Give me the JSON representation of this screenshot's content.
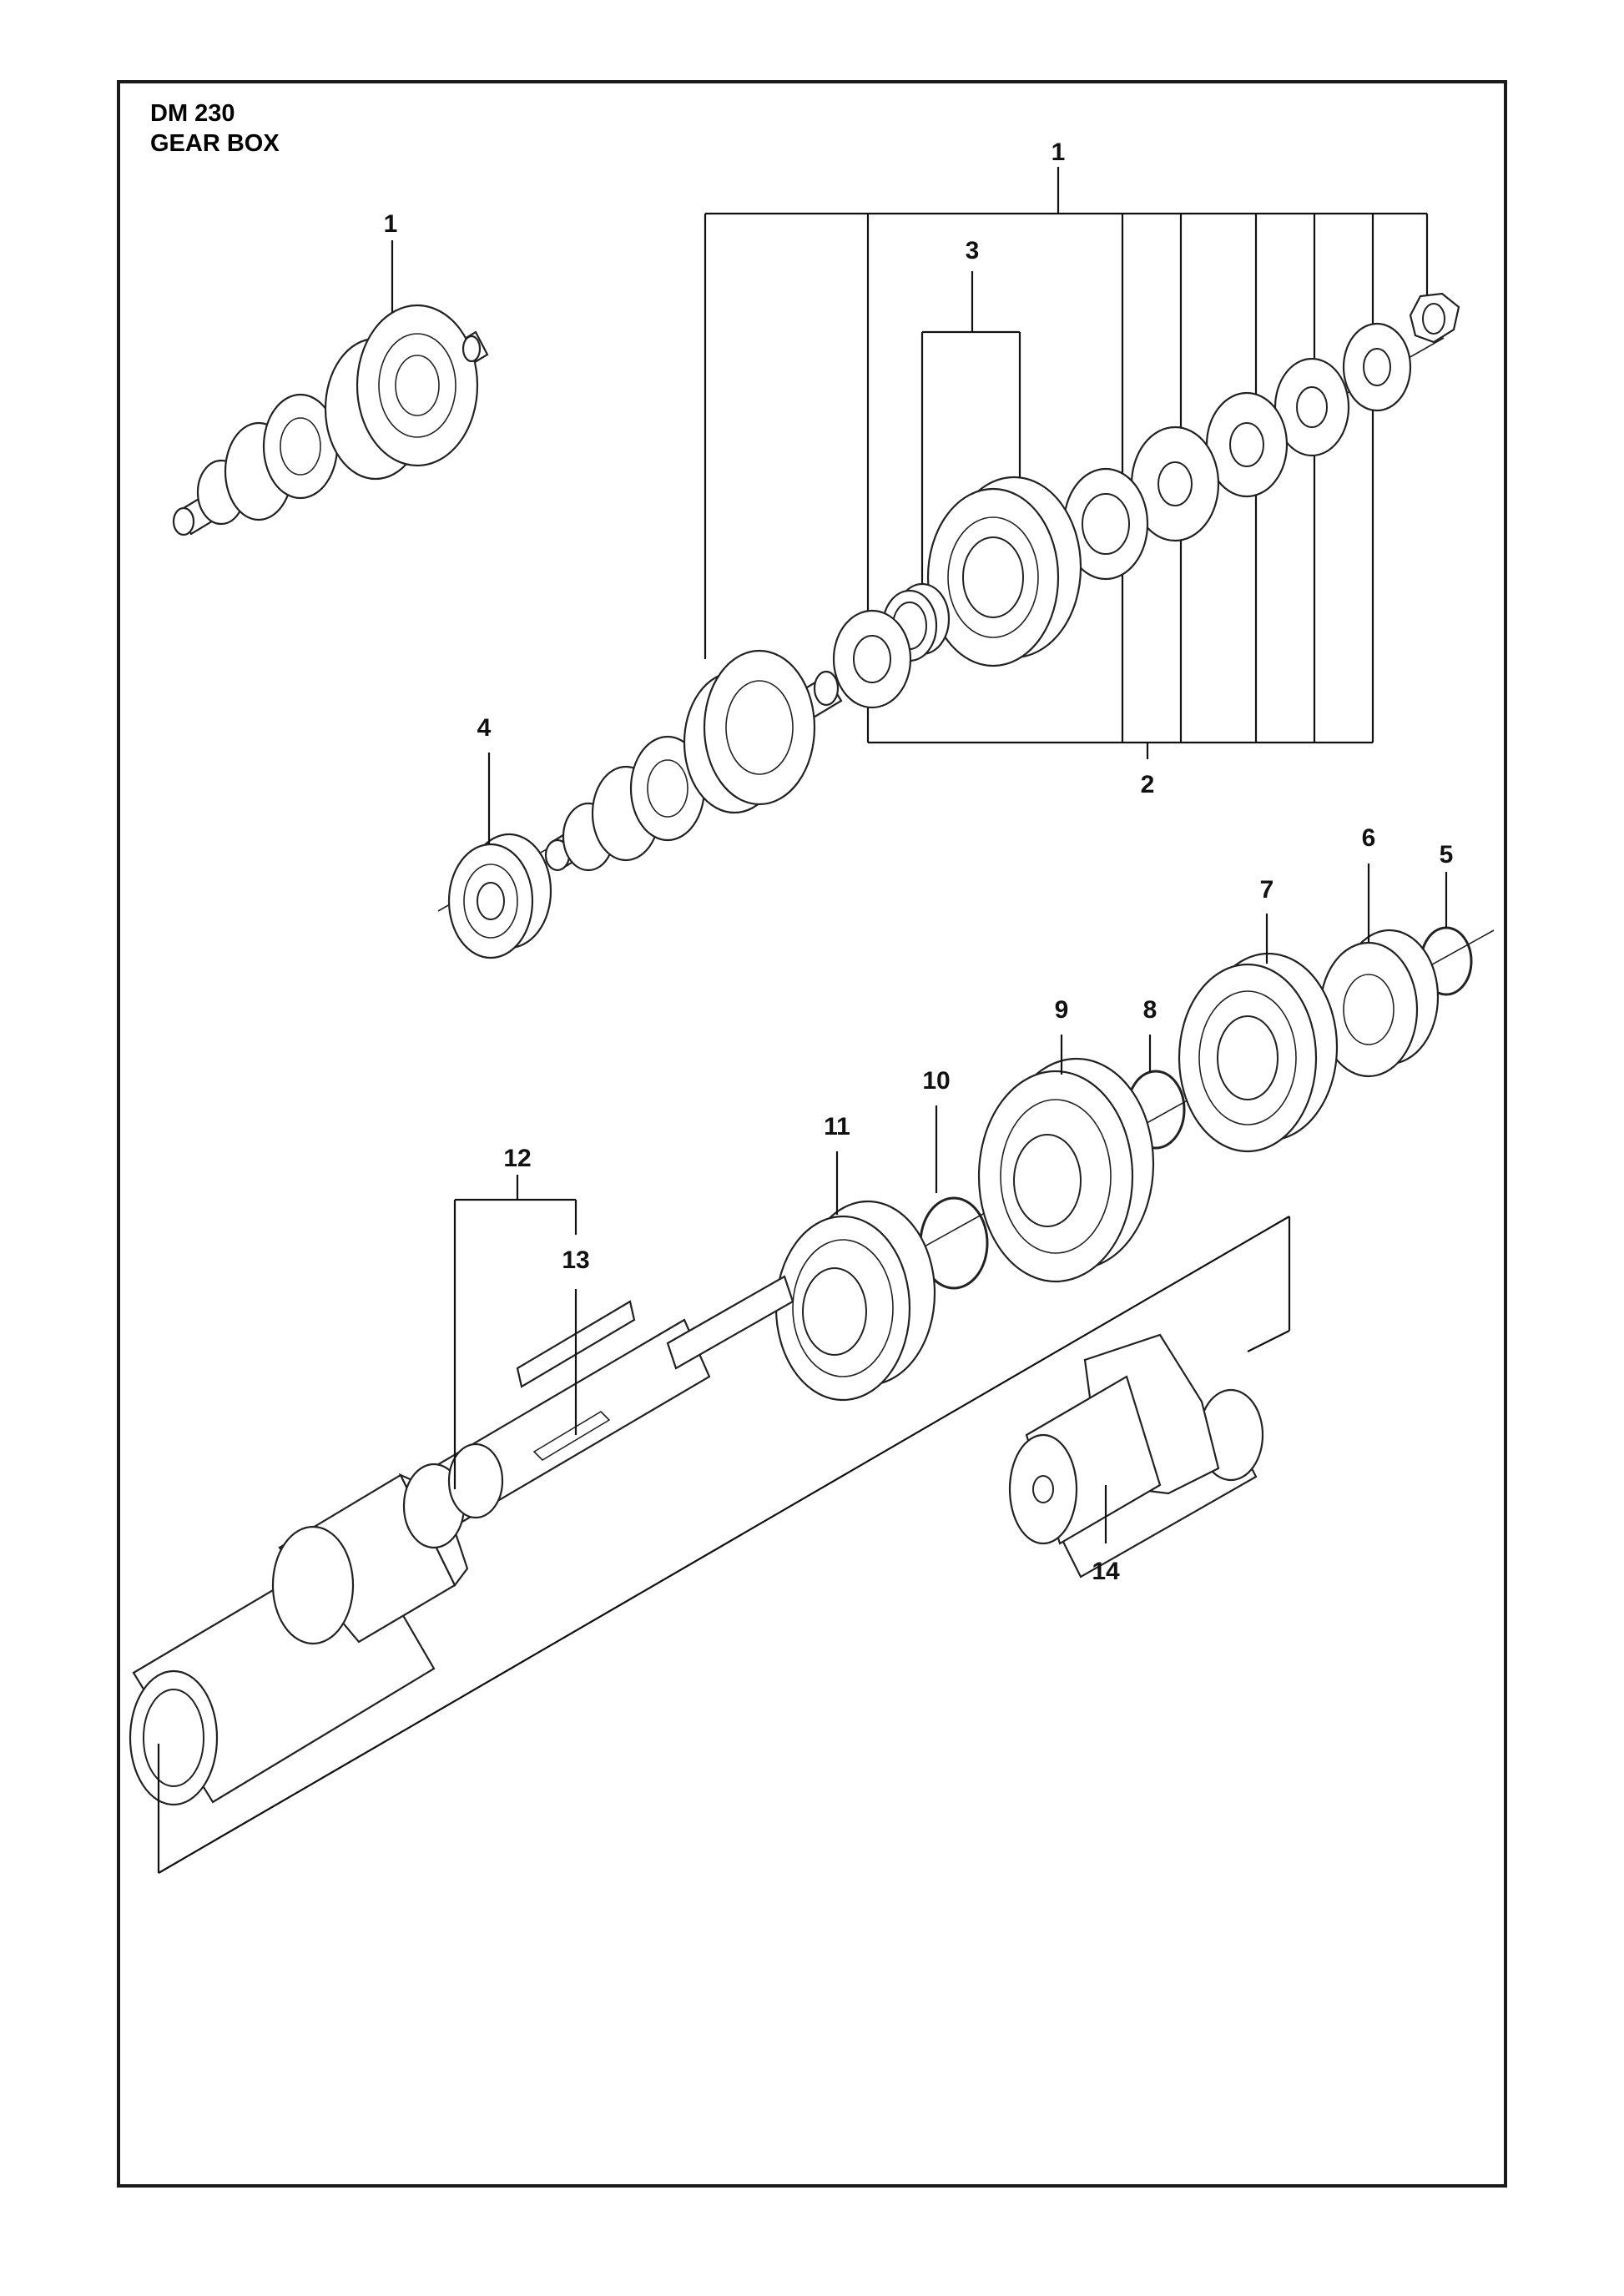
{
  "header": {
    "model": "DM 230",
    "section": "GEAR BOX"
  },
  "callouts": {
    "c1_top": "1",
    "c1_bracket": "1",
    "c2": "2",
    "c3": "3",
    "c4": "4",
    "c5": "5",
    "c6": "6",
    "c7": "7",
    "c8": "8",
    "c9": "9",
    "c10": "10",
    "c11": "11",
    "c12": "12",
    "c13": "13",
    "c14": "14"
  }
}
